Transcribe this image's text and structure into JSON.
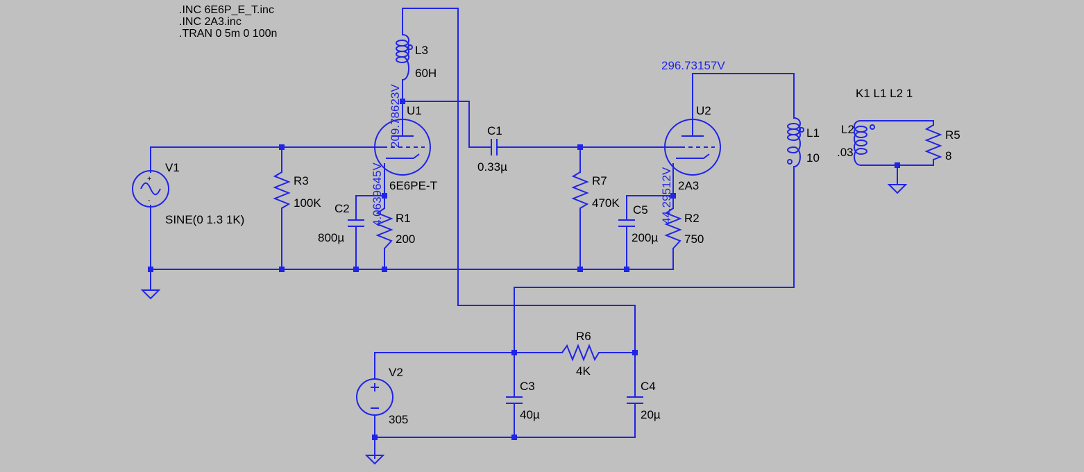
{
  "colors": {
    "background": "#c0c0c0",
    "wire": "#1f24e6",
    "label": "#000000",
    "voltage_label": "#1f24e6"
  },
  "directives": {
    "line1": ".INC 6E6P_E_T.inc",
    "line2": ".INC 2A3.inc",
    "line3": ".TRAN 0 5m 0 100n",
    "coupling": "K1 L1 L2 1"
  },
  "components": {
    "V1": {
      "name": "V1",
      "value": "SINE(0 1.3 1K)"
    },
    "V2": {
      "name": "V2",
      "value": "305"
    },
    "R1": {
      "name": "R1",
      "value": "200"
    },
    "R2": {
      "name": "R2",
      "value": "750"
    },
    "R3": {
      "name": "R3",
      "value": "100K"
    },
    "R5": {
      "name": "R5",
      "value": "8"
    },
    "R6": {
      "name": "R6",
      "value": "4K"
    },
    "R7": {
      "name": "R7",
      "value": "470K"
    },
    "C1": {
      "name": "C1",
      "value": "0.33µ"
    },
    "C2": {
      "name": "C2",
      "value": "800µ"
    },
    "C3": {
      "name": "C3",
      "value": "40µ"
    },
    "C4": {
      "name": "C4",
      "value": "20µ"
    },
    "C5": {
      "name": "C5",
      "value": "200µ"
    },
    "L1": {
      "name": "L1",
      "value": "10"
    },
    "L2": {
      "name": "L2",
      "value": ".03"
    },
    "L3": {
      "name": "L3",
      "value": "60H"
    },
    "U1": {
      "name": "U1",
      "value": "6E6PE-T"
    },
    "U2": {
      "name": "U2",
      "value": "2A3"
    }
  },
  "node_voltages": {
    "u1_anode": "209.78623V",
    "u1_cathode": "4.0639645V",
    "u2_anode": "296.73157V",
    "u2_cathode": "44.29512V"
  }
}
